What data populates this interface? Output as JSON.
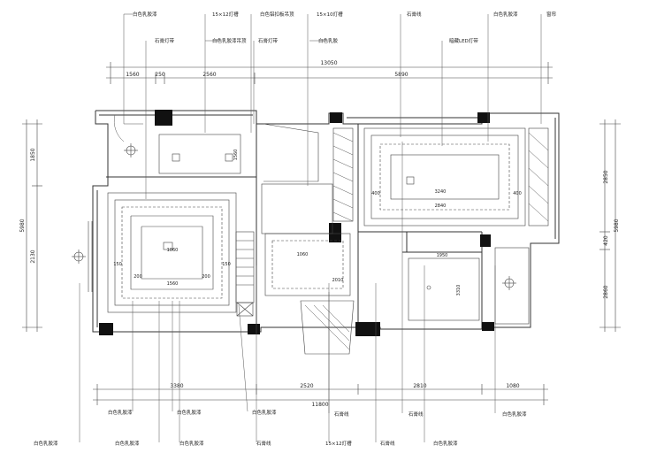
{
  "dimensions": {
    "top_total": "13050",
    "top_segments": [
      "1560",
      "250",
      "2560",
      "5890"
    ],
    "bottom_segments": [
      "3380",
      "2520",
      "2810",
      "1080"
    ],
    "bottom_total": "11800",
    "left_segments": [
      "1850",
      "2130"
    ],
    "left_total": "5980",
    "right_segments": [
      "2850",
      "420",
      "2860"
    ],
    "right_total": "5980"
  },
  "callouts_top": [
    "白色乳胶漆",
    "15×12灯槽",
    "白色铝扣板吊顶",
    "15×10灯槽",
    "石膏线",
    "白色乳胶漆",
    "窗帘",
    "石膏灯带",
    "白色乳胶漆吊顶",
    "石膏灯带",
    "白色乳胶",
    "暗藏LED灯带"
  ],
  "callouts_bottom": [
    "白色乳胶漆",
    "白色乳胶漆",
    "白色乳胶漆",
    "石膏线",
    "石膏线",
    "白色乳胶漆",
    "白色乳胶漆",
    "白色乳胶漆",
    "白色乳胶漆",
    "石膏线",
    "15×12灯槽",
    "石膏线",
    "白色乳胶漆"
  ],
  "room_dims": {
    "living": [
      "1060",
      "1560",
      "200",
      "200",
      "150",
      "150"
    ],
    "bedroom_right": [
      "3240",
      "2840",
      "400",
      "400"
    ],
    "center": [
      "1060",
      "2010"
    ],
    "bottom_right": [
      "1950",
      "3310"
    ],
    "left_upper": [
      "1560"
    ]
  }
}
